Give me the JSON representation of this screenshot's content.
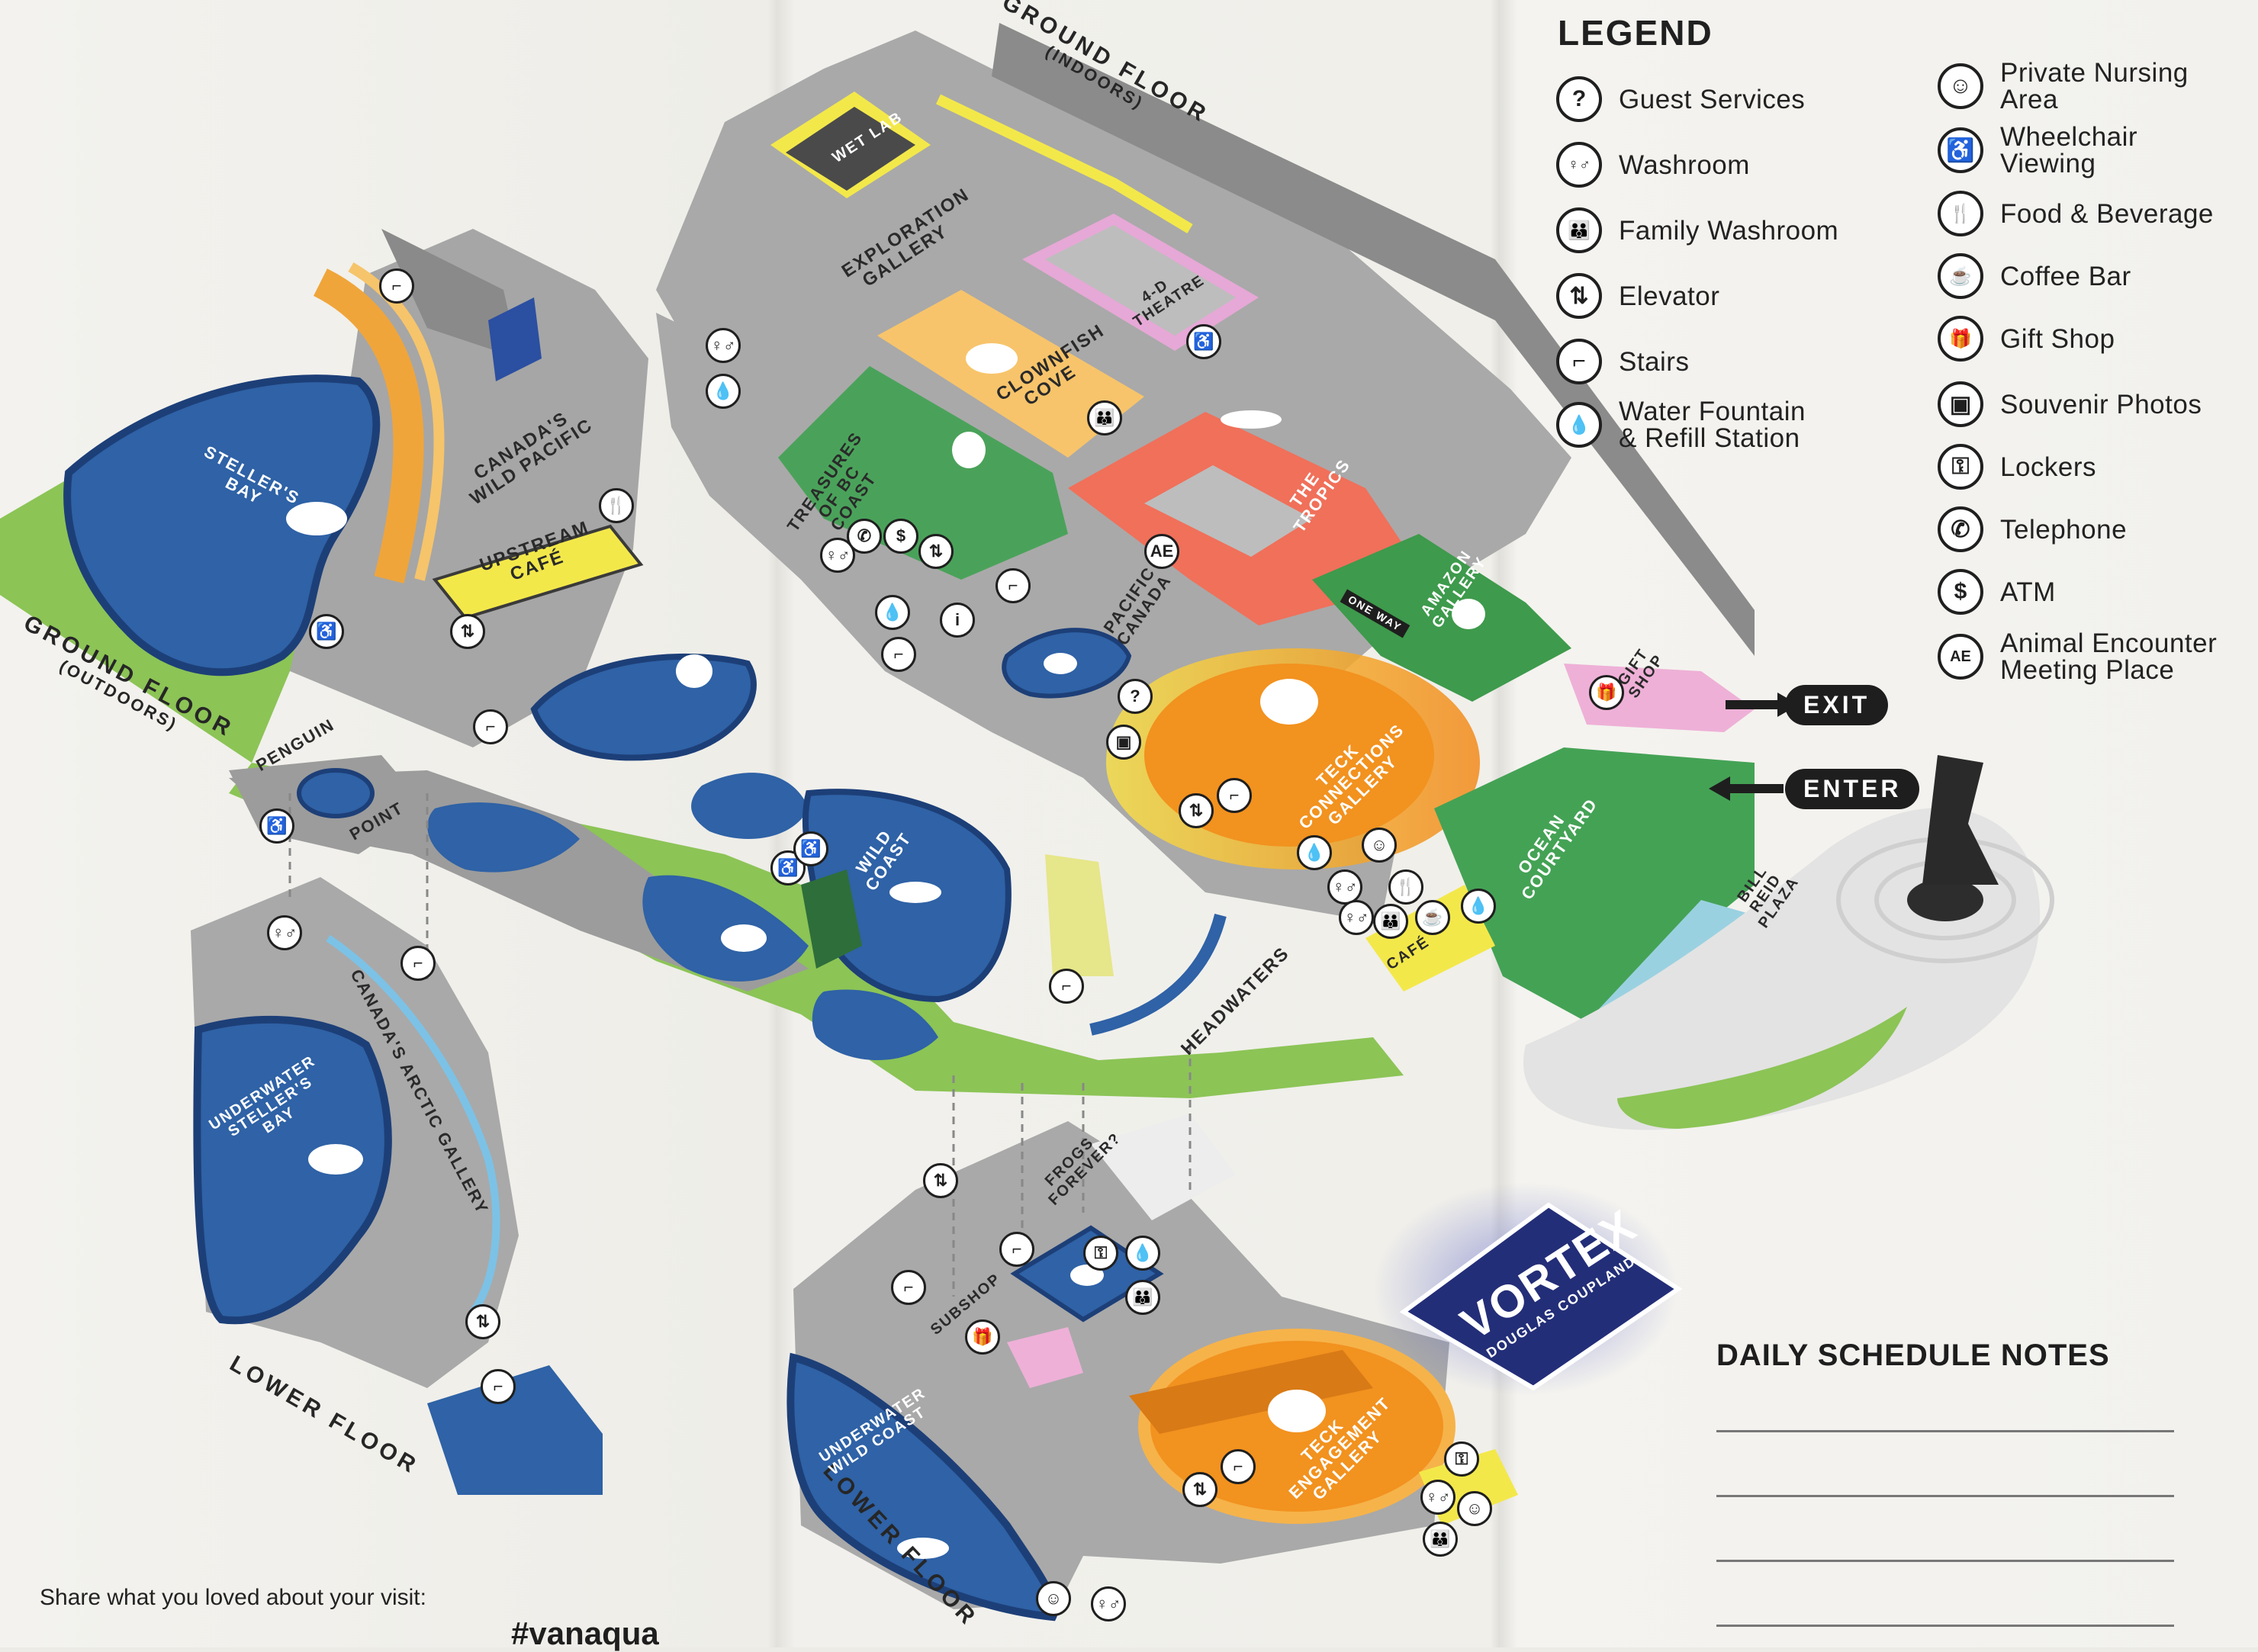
{
  "floors": {
    "ground_indoors": "GROUND FLOOR",
    "ground_indoors_sub": "(INDOORS)",
    "ground_outdoors": "GROUND FLOOR",
    "ground_outdoors_sub": "(OUTDOORS)",
    "lower_left": "LOWER FLOOR",
    "lower_right": "LOWER FLOOR"
  },
  "areas": {
    "wet_lab": "WET LAB",
    "exploration_gallery": "EXPLORATION GALLERY",
    "four_d_theatre": "4-D THEATRE",
    "clownfish_cove": "CLOWNFISH COVE",
    "treasures_bc_coast": "TREASURES OF BC COAST",
    "canadas_wild_pacific": "CANADA'S WILD PACIFIC",
    "stellers_bay": "STELLER'S BAY",
    "upstream_cafe": "UPSTREAM CAFÉ",
    "the_tropics": "THE TROPICS",
    "amazon_gallery": "AMAZON GALLERY",
    "one_way": "ONE WAY",
    "pacific_canada": "PACIFIC CANADA",
    "gift_shop": "GIFT SHOP",
    "teck_connections": "TECK CONNECTIONS GALLERY",
    "penguin_point_1": "PENGUIN",
    "penguin_point_2": "POINT",
    "wild_coast": "WILD COAST",
    "headwaters": "HEADWATERS",
    "cafe": "CAFÉ",
    "ocean_courtyard": "OCEAN COURTYARD",
    "bill_reid_plaza": "BILL REID PLAZA",
    "canadas_arctic_gallery": "CANADA'S ARCTIC GALLERY",
    "underwater_stellers_bay": "UNDERWATER STELLER'S BAY",
    "frogs_forever": "FROGS FOREVER?",
    "subshop": "SUBSHOP",
    "teck_engagement": "TECK ENGAGEMENT GALLERY",
    "underwater_wild_coast": "UNDERWATER WILD COAST"
  },
  "vortex": {
    "title": "VORTEX",
    "subtitle": "DOUGLAS COUPLAND"
  },
  "legend": {
    "title": "LEGEND",
    "items_left": [
      {
        "label": "Guest Services",
        "icon": "question-icon",
        "glyph": "?"
      },
      {
        "label": "Washroom",
        "icon": "washroom-icon",
        "glyph": "♀♂"
      },
      {
        "label": "Family Washroom",
        "icon": "family-washroom-icon",
        "glyph": "👪"
      },
      {
        "label": "Elevator",
        "icon": "elevator-icon",
        "glyph": "⇅"
      },
      {
        "label": "Stairs",
        "icon": "stairs-icon",
        "glyph": "⌐"
      },
      {
        "label": "Water Fountain\n& Refill Station",
        "icon": "water-drop-icon",
        "glyph": "💧"
      }
    ],
    "items_right": [
      {
        "label": "Private Nursing Area",
        "icon": "nursing-icon",
        "glyph": "☺"
      },
      {
        "label": "Wheelchair\nViewing",
        "icon": "wheelchair-icon",
        "glyph": "♿"
      },
      {
        "label": "Food & Beverage",
        "icon": "food-icon",
        "glyph": "🍴"
      },
      {
        "label": "Coffee Bar",
        "icon": "coffee-icon",
        "glyph": "☕"
      },
      {
        "label": "Gift Shop",
        "icon": "gift-icon",
        "glyph": "🎁"
      },
      {
        "label": "Souvenir Photos",
        "icon": "photo-icon",
        "glyph": "▣"
      },
      {
        "label": "Lockers",
        "icon": "key-icon",
        "glyph": "⚿"
      },
      {
        "label": "Telephone",
        "icon": "telephone-icon",
        "glyph": "✆"
      },
      {
        "label": "ATM",
        "icon": "atm-icon",
        "glyph": "$"
      },
      {
        "label": "Animal Encounter\nMeeting Place",
        "icon": "animal-encounter-icon",
        "glyph": "AE"
      }
    ]
  },
  "entrances": {
    "exit": "EXIT",
    "enter": "ENTER"
  },
  "notes": {
    "title": "DAILY SCHEDULE NOTES"
  },
  "footer": {
    "share": "Share what you loved about your visit:",
    "hashtag": "#vanaqua"
  },
  "colors": {
    "water": "#2f62a6",
    "grass": "#8cc456",
    "walkway": "#a9a9a9",
    "tropics": "#f0705a",
    "teck": "#f2921f",
    "cafe_yellow": "#f3e84a",
    "clownfish": "#f7c46b",
    "theatre": "#e6a8d6",
    "amazon": "#3e9a4c",
    "vortex": "#232e78"
  }
}
